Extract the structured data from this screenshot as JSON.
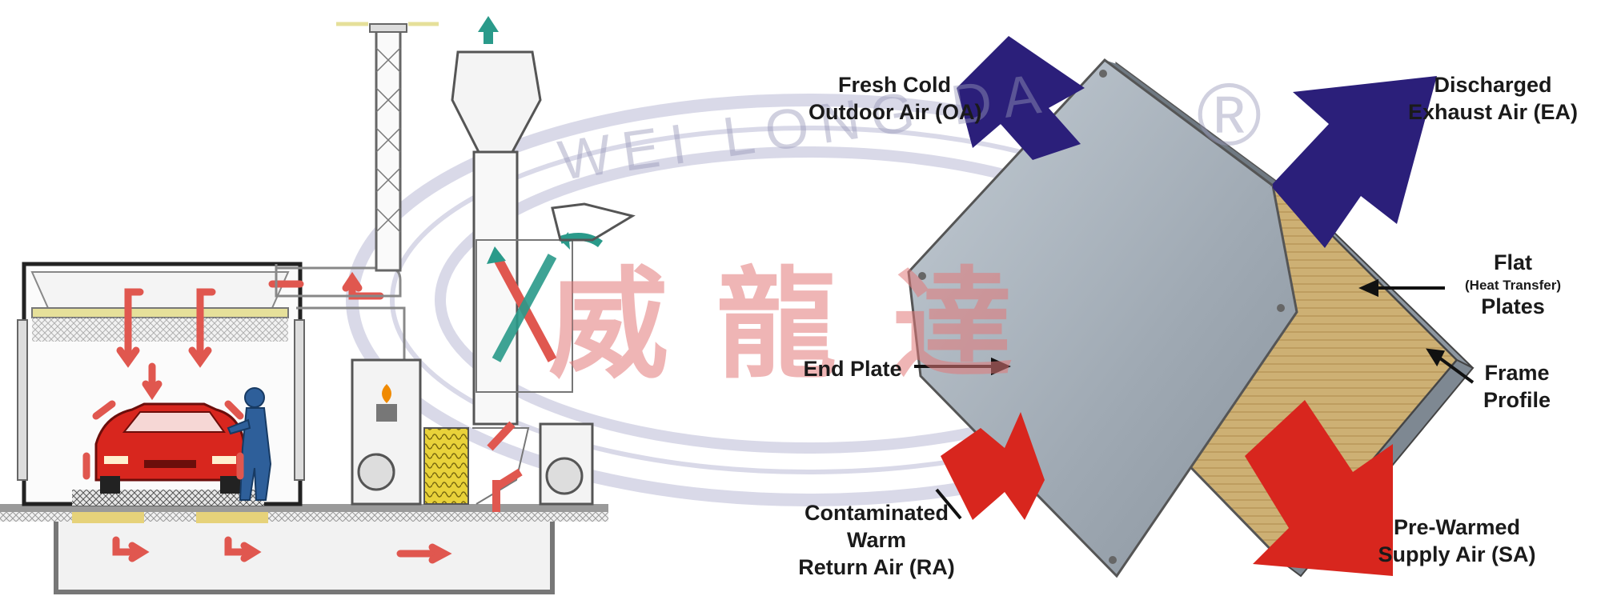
{
  "watermark": {
    "brand": "WEI LONG DA",
    "registered": "®",
    "chinese": [
      "威",
      "龍",
      "達"
    ]
  },
  "labels": {
    "fresh_air": [
      "Fresh Cold",
      "Outdoor Air (OA)"
    ],
    "exhaust_air": [
      "Discharged",
      "Exhaust Air (EA)"
    ],
    "flat_plates": [
      "Flat",
      "(Heat Transfer)",
      "Plates"
    ],
    "end_plate": "End Plate",
    "frame_profile": [
      "Frame",
      "Profile"
    ],
    "return_air": [
      "Contaminated",
      "Warm",
      "Return Air (RA)"
    ],
    "supply_air": [
      "Pre-Warmed",
      "Supply Air (SA)"
    ]
  },
  "colors": {
    "cold_air": "#2b1f7a",
    "warm_air": "#d8261e",
    "booth_arrow": "#e0574f",
    "fresh_flow": "#2a9a8a",
    "exchanger_face": "#a9b3bd",
    "media": "#c9a968"
  }
}
